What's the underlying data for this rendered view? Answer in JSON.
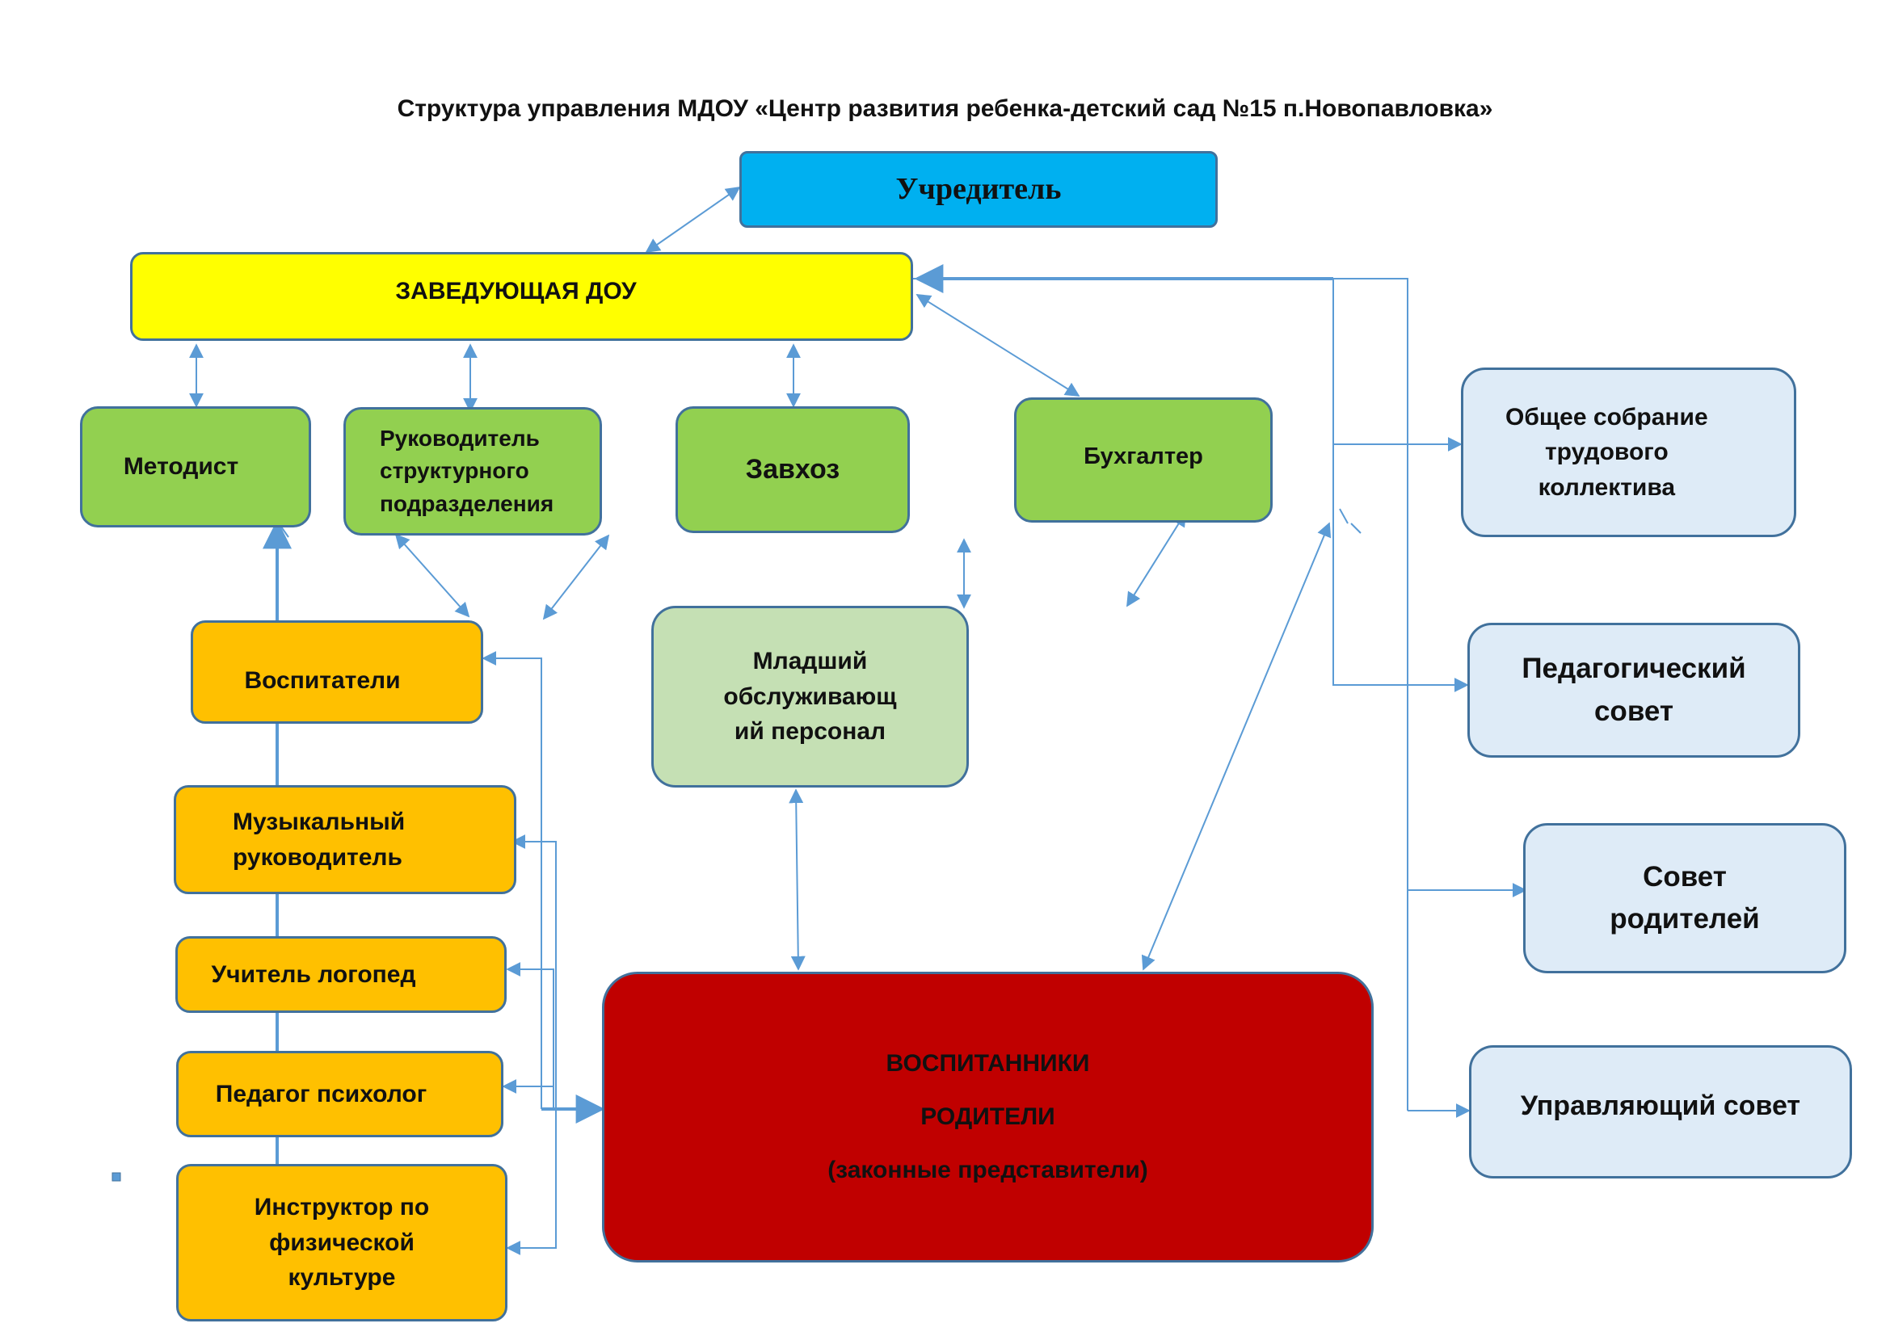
{
  "title": "Структура управления МДОУ «Центр развития ребенка-детский сад №15 п.Новопавловка»",
  "boxes": {
    "founder": "Учредитель",
    "head": "ЗАВЕДУЮЩАЯ ДОУ",
    "methodist": "Методист",
    "unit_head": "Руководитель\nструктурного\nподразделения",
    "supply": "Завхоз",
    "accountant": "Бухгалтер",
    "educators": "Воспитатели",
    "junior_staff": "Младший\nобслуживающ\nий персонал",
    "music": "Музыкальный\nруководитель",
    "speech": "Учитель логопед",
    "psych": "Педагог психолог",
    "pe": "Инструктор по\nфизической\nкультуре",
    "pupils_line1": "ВОСПИТАННИКИ",
    "pupils_line2": "РОДИТЕЛИ",
    "pupils_line3": "(законные представители)",
    "assembly": "Общее собрание\nтрудового\nколлектива",
    "ped_council": "Педагогический\nсовет",
    "parent_council": "Совет\nродителей",
    "governing": "Управляющий совет"
  },
  "colors": {
    "line": "#5b9bd5",
    "border": "#41719c"
  }
}
